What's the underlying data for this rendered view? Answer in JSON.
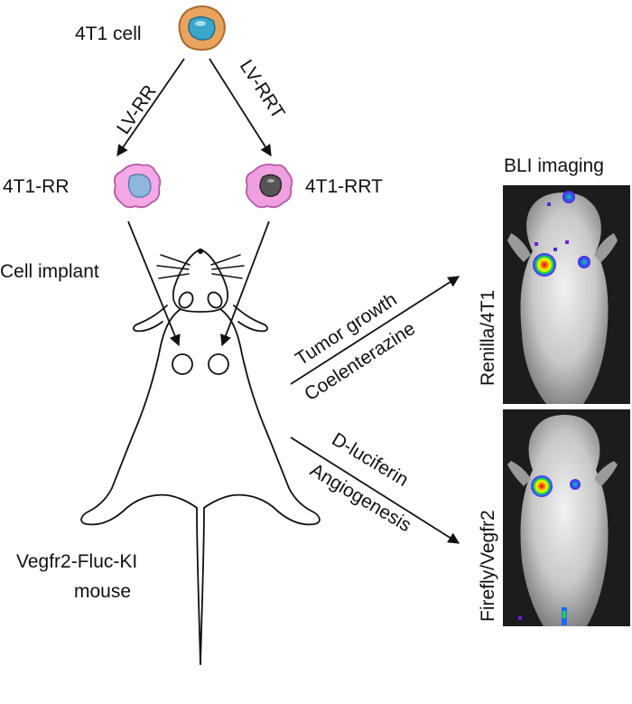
{
  "labels": {
    "cell_4t1": "4T1 cell",
    "lv_rr": "LV-RR",
    "lv_rrt": "LV-RRT",
    "cell_4t1_rr": "4T1-RR",
    "cell_4t1_rrt": "4T1-RRT",
    "cell_implant": "Cell implant",
    "bli_imaging": "BLI imaging",
    "tumor_growth": "Tumor growth",
    "coelenterazine": "Coelenterazine",
    "renilla_4t1": "Renilla/4T1",
    "d_luciferin": "D-luciferin",
    "angiogenesis": "Angiogenesis",
    "firefly_vegfr2": "Firefly/Vegfr2",
    "mouse_line1": "Vegfr2-Fluc-KI",
    "mouse_line2": "mouse"
  },
  "colors": {
    "parent_cell_body": "#e8a45e",
    "parent_cell_nucleus": "#3aa6c8",
    "rr_cell_body": "#f4a8e6",
    "rr_cell_nucleus": "#8fb6dc",
    "rrt_cell_body": "#f0a0e0",
    "rrt_cell_nucleus": "#555555",
    "photo_background": "#1c1c1c"
  }
}
